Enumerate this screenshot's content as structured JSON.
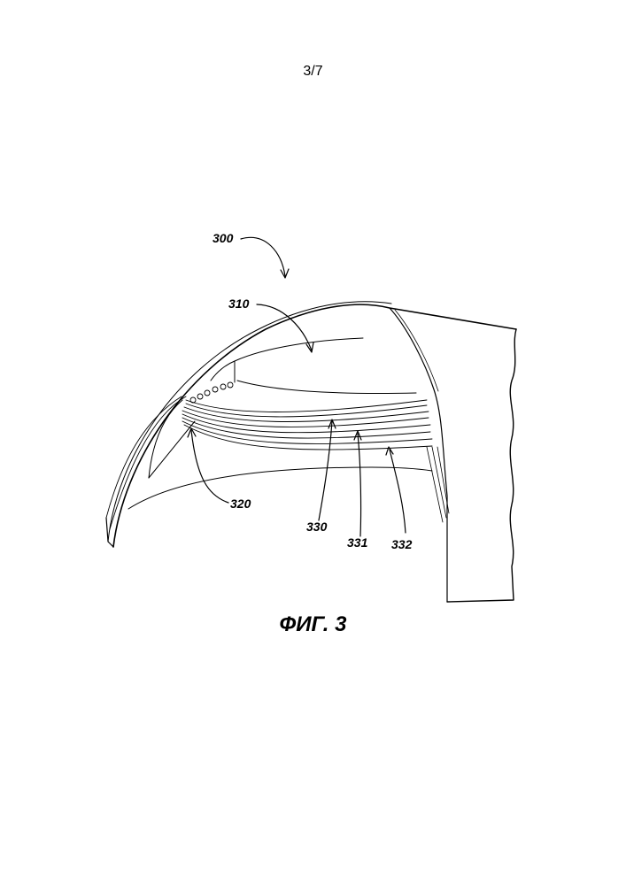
{
  "page": {
    "number": "3/7"
  },
  "figure": {
    "caption": "ФИГ. 3",
    "labels": {
      "assembly": "300",
      "cavity": "310",
      "wall": "320",
      "layer_a": "330",
      "layer_b": "331",
      "layer_c": "332"
    }
  }
}
